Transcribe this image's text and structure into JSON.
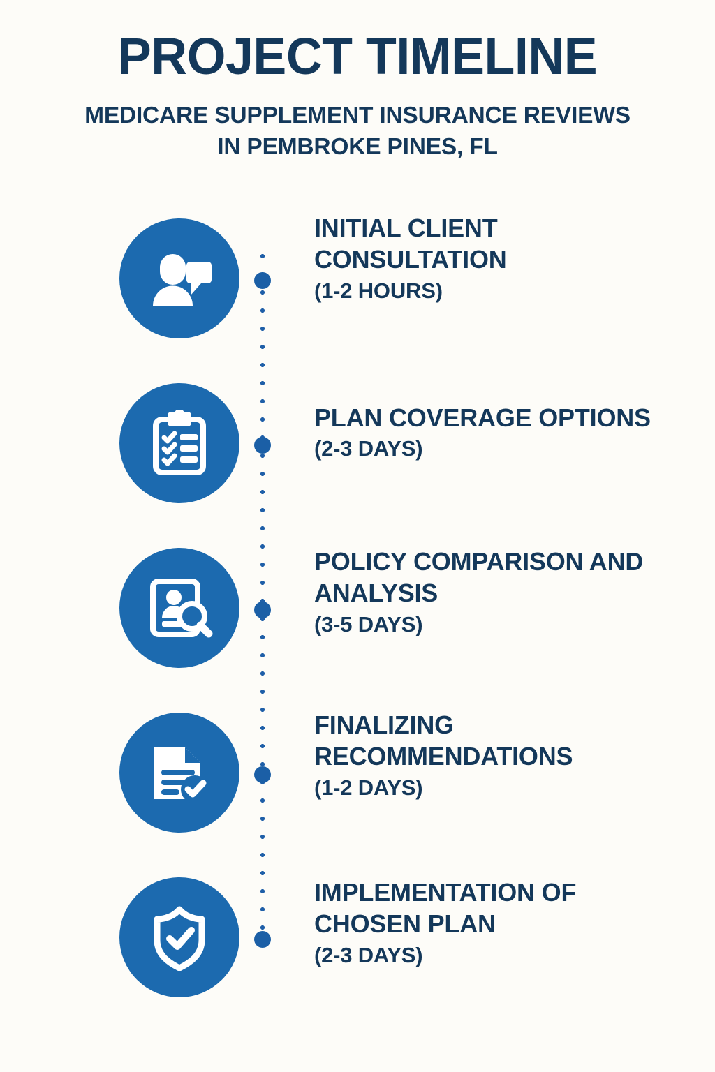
{
  "header": {
    "title": "PROJECT TIMELINE",
    "subtitle_line1": "MEDICARE SUPPLEMENT INSURANCE REVIEWS",
    "subtitle_line2": "IN PEMBROKE PINES, FL"
  },
  "colors": {
    "background": "#FDFCF8",
    "navy": "#14385A",
    "circle_blue": "#1C6AAF",
    "dot_blue": "#1B5FA6",
    "icon_white": "#FFFFFF"
  },
  "timeline": {
    "steps": [
      {
        "index": "1",
        "title": "INITIAL CLIENT CONSULTATION",
        "duration": "(1-2 HOURS)",
        "icon": "person-chat-icon"
      },
      {
        "index": "2",
        "title": "PLAN COVERAGE OPTIONS",
        "duration": "(2-3 DAYS)",
        "icon": "clipboard-checklist-icon"
      },
      {
        "index": "3",
        "title": "POLICY COMPARISON AND ANALYSIS",
        "duration": "(3-5 DAYS)",
        "icon": "document-search-icon"
      },
      {
        "index": "4",
        "title": "FINALIZING RECOMMENDATIONS",
        "duration": "(1-2 DAYS)",
        "icon": "document-check-icon"
      },
      {
        "index": "5",
        "title": "IMPLEMENTATION OF CHOSEN PLAN",
        "duration": "(2-3 DAYS)",
        "icon": "shield-check-icon"
      }
    ]
  }
}
